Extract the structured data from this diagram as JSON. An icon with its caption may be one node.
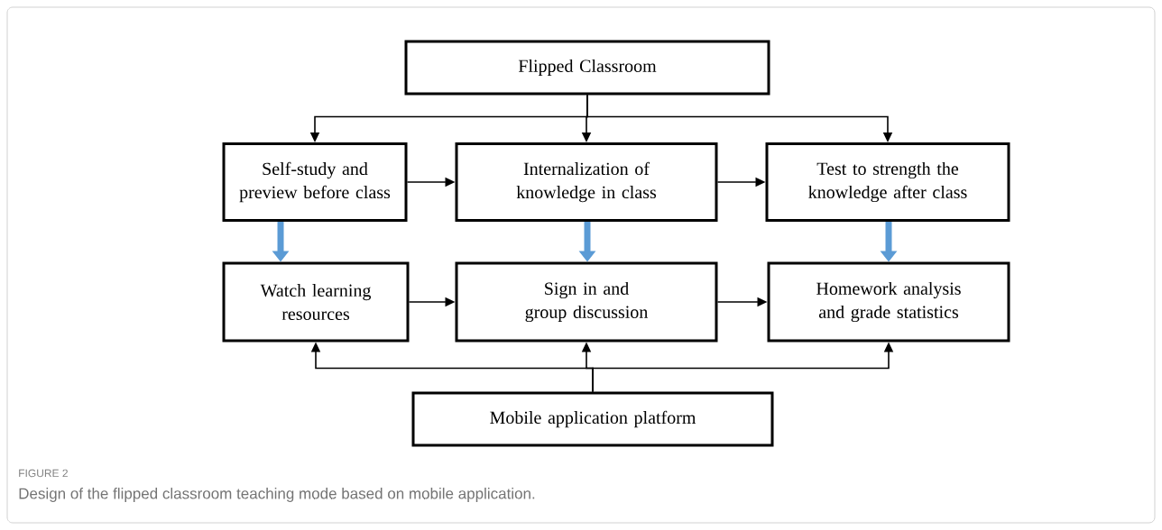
{
  "diagram": {
    "caption": "Design of the flipped classroom teaching mode based on mobile application.",
    "nodes": [
      {
        "text": [
          "Flipped Classroom"
        ]
      },
      {
        "text": [
          "Self-study and preview before class"
        ]
      },
      {
        "text": [
          "Internalization of knowledge in class"
        ]
      },
      {
        "text": [
          "Test to strength the knowledge after class"
        ]
      },
      {
        "text": [
          "Watch learning resources"
        ]
      },
      {
        "text": [
          "Sign in and group discussion"
        ]
      },
      {
        "text": [
          "Homework analysis and grade statistics"
        ]
      },
      {
        "text": [
          "Mobile application platform"
        ]
      }
    ],
    "edges": [
      {
        "from": 0,
        "to": 1,
        "arrow": "to"
      },
      {
        "from": 0,
        "to": 2,
        "arrow": "to"
      },
      {
        "from": 0,
        "to": 3,
        "arrow": "to"
      },
      {
        "from": 1,
        "to": 2,
        "arrow": "to"
      },
      {
        "from": 2,
        "to": 3,
        "arrow": "to"
      },
      {
        "from": 1,
        "to": 4,
        "arrow": "to",
        "style": "thick",
        "color": "#5b9bd5"
      },
      {
        "from": 2,
        "to": 5,
        "arrow": "to",
        "style": "thick",
        "color": "#5b9bd5"
      },
      {
        "from": 3,
        "to": 6,
        "arrow": "to",
        "style": "thick",
        "color": "#5b9bd5"
      },
      {
        "from": 4,
        "to": 5,
        "arrow": "to"
      },
      {
        "from": 5,
        "to": 6,
        "arrow": "to"
      },
      {
        "from": 7,
        "to": 4,
        "arrow": "to"
      },
      {
        "from": 7,
        "to": 5,
        "arrow": "to"
      },
      {
        "from": 7,
        "to": 6,
        "arrow": "to"
      }
    ],
    "labels": [
      "FIGURE 2"
    ]
  }
}
